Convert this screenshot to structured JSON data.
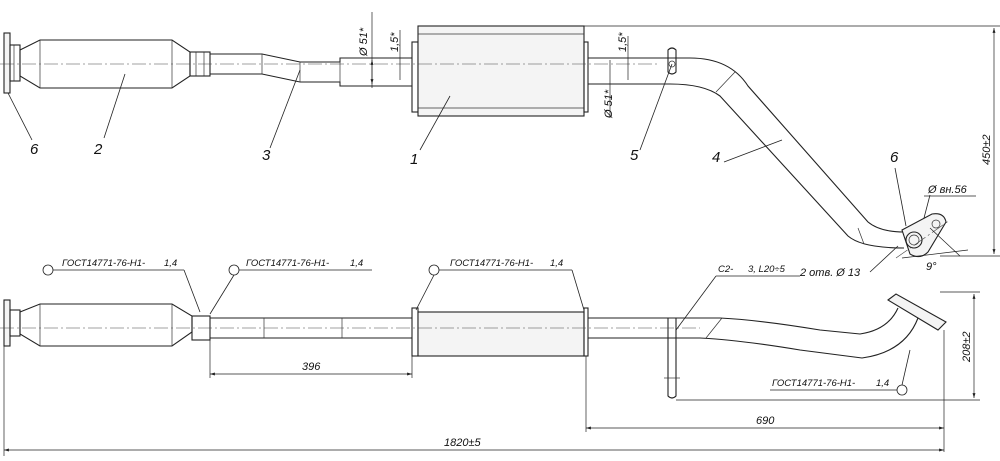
{
  "top_view": {
    "part_labels": {
      "p6_left": "6",
      "p2": "2",
      "p3": "3",
      "p1": "1",
      "p5": "5",
      "p4": "4",
      "p6_right": "6"
    },
    "dims": {
      "pipe_dia_left": "Ø 51*",
      "wall_left": "1,5*",
      "wall_right": "1,5*",
      "pipe_dia_right": "Ø 51*",
      "height_450": "450±2",
      "flange_bore": "Ø вн.56",
      "holes": "2 отв. Ø 13",
      "angle": "9°"
    }
  },
  "front_view": {
    "welds": {
      "w1": "ГОСТ14771-76-Н1-",
      "w1_leg": "1,4",
      "w2": "ГОСТ14771-76-Н1-",
      "w2_leg": "1,4",
      "w3": "ГОСТ14771-76-Н1-",
      "w3_leg": "1,4",
      "w4": "ГОСТ14771-76-Н1-",
      "w4_leg": "1,4",
      "w5": "C2-",
      "w5_leg": "3, L20÷5"
    },
    "dims": {
      "len_396": "396",
      "len_690": "690",
      "height_208": "208±2",
      "total_length": "1820±5"
    }
  }
}
